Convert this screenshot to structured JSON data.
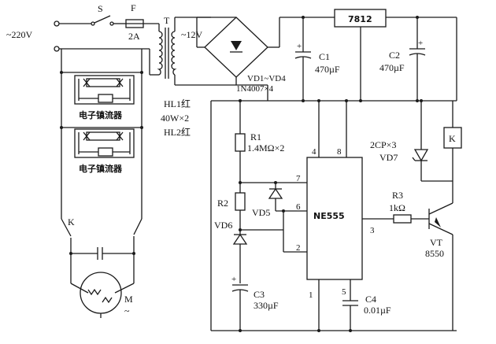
{
  "labels": {
    "mains": "~220V",
    "switch_s": "S",
    "fuse_f": "F",
    "fuse_rating": "2A",
    "transformer_t": "T",
    "secondary_v": "~12V",
    "regulator": "7812",
    "c1": "C1",
    "c1_val": "470µF",
    "c2": "C2",
    "c2_val": "470µF",
    "bridge": "VD1~VD4",
    "bridge_type": "1N4007×4",
    "ballast1": "电子镇流器",
    "ballast2": "电子镇流器",
    "lamp1": "HL1红",
    "lamp_power": "40W×2",
    "lamp2": "HL2红",
    "r1": "R1",
    "r1_val": "1.4MΩ×2",
    "r2": "R2",
    "vd5": "VD5",
    "vd6": "VD6",
    "c3": "C3",
    "c3_val": "330µF",
    "ic": "NE555",
    "pin4": "4",
    "pin8": "8",
    "pin7": "7",
    "pin6": "6",
    "pin2": "2",
    "pin1": "1",
    "pin5": "5",
    "pin3": "3",
    "zener": "2CP×3",
    "vd7": "VD7",
    "relay": "K",
    "r3": "R3",
    "r3_val": "1kΩ",
    "vt": "VT",
    "vt_type": "8550",
    "c4": "C4",
    "c4_val": "0.01µF",
    "contact_k": "K",
    "motor_m": "M",
    "motor_ac": "~"
  }
}
